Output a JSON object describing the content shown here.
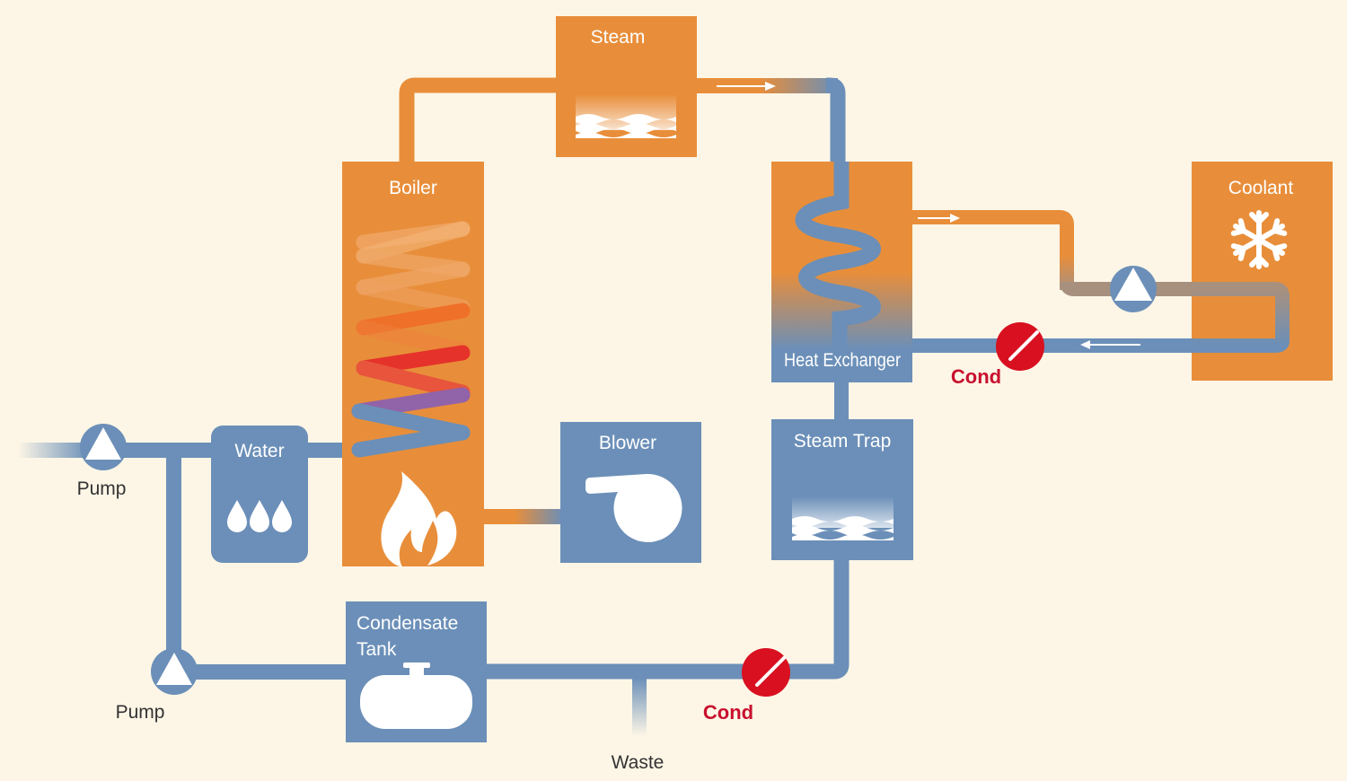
{
  "title": "Steam boiler system process diagram",
  "colors": {
    "background": "#fdf6e6",
    "hot": "#e88e3a",
    "cold": "#6b8fb8",
    "valve": "#d81020",
    "white": "#ffffff"
  },
  "components": {
    "steam": {
      "label": "Steam"
    },
    "boiler": {
      "label": "Boiler"
    },
    "heat_exchanger": {
      "label": "Heat Exchanger"
    },
    "coolant": {
      "label": "Coolant"
    },
    "water": {
      "label": "Water"
    },
    "blower": {
      "label": "Blower"
    },
    "steam_trap": {
      "label": "Steam Trap"
    },
    "condensate_tank": {
      "label_line1": "Condensate",
      "label_line2": "Tank"
    }
  },
  "pumps": [
    {
      "label": "Pump"
    },
    {
      "label": "Pump"
    }
  ],
  "valves": [
    {
      "label": "Cond"
    },
    {
      "label": "Cond"
    }
  ],
  "outlets": {
    "waste": {
      "label": "Waste"
    }
  }
}
